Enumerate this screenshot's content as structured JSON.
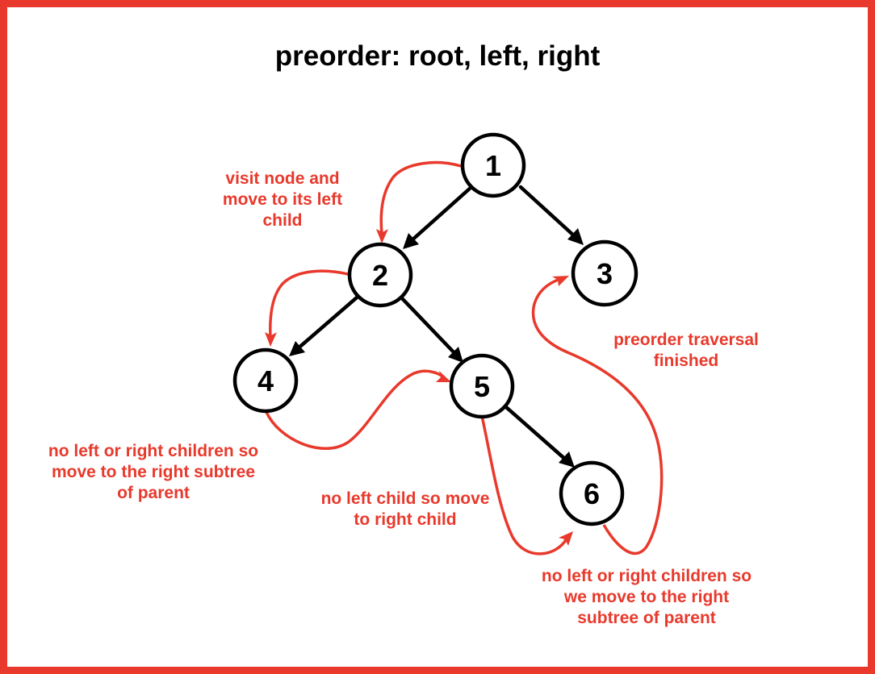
{
  "title": "preorder: root, left, right",
  "colors": {
    "frame": "#e8392c",
    "annotation": "#e8392c",
    "node_stroke": "#000000",
    "tree_edge": "#000000",
    "traversal_path": "#e8392c"
  },
  "nodes": [
    {
      "id": "n1",
      "label": "1"
    },
    {
      "id": "n2",
      "label": "2"
    },
    {
      "id": "n3",
      "label": "3"
    },
    {
      "id": "n4",
      "label": "4"
    },
    {
      "id": "n5",
      "label": "5"
    },
    {
      "id": "n6",
      "label": "6"
    }
  ],
  "tree_edges": [
    {
      "from": "1",
      "to": "2"
    },
    {
      "from": "1",
      "to": "3"
    },
    {
      "from": "2",
      "to": "4"
    },
    {
      "from": "2",
      "to": "5"
    },
    {
      "from": "5",
      "to": "6"
    }
  ],
  "traversal_steps": [
    {
      "from": "1",
      "to": "2"
    },
    {
      "from": "2",
      "to": "4"
    },
    {
      "from": "4",
      "to": "5"
    },
    {
      "from": "5",
      "to": "6"
    },
    {
      "from": "6",
      "to": "3"
    }
  ],
  "annotations": {
    "visit_node": [
      "visit node and",
      "move to its left",
      "child"
    ],
    "no_children_4": [
      "no left or right children so",
      "move to the right subtree",
      "of parent"
    ],
    "no_left_5": [
      "no left child so move",
      "to right child"
    ],
    "finished": [
      "preorder traversal",
      "finished"
    ],
    "no_children_6": [
      "no left or right children so",
      "we move to the right",
      "subtree of parent"
    ]
  }
}
